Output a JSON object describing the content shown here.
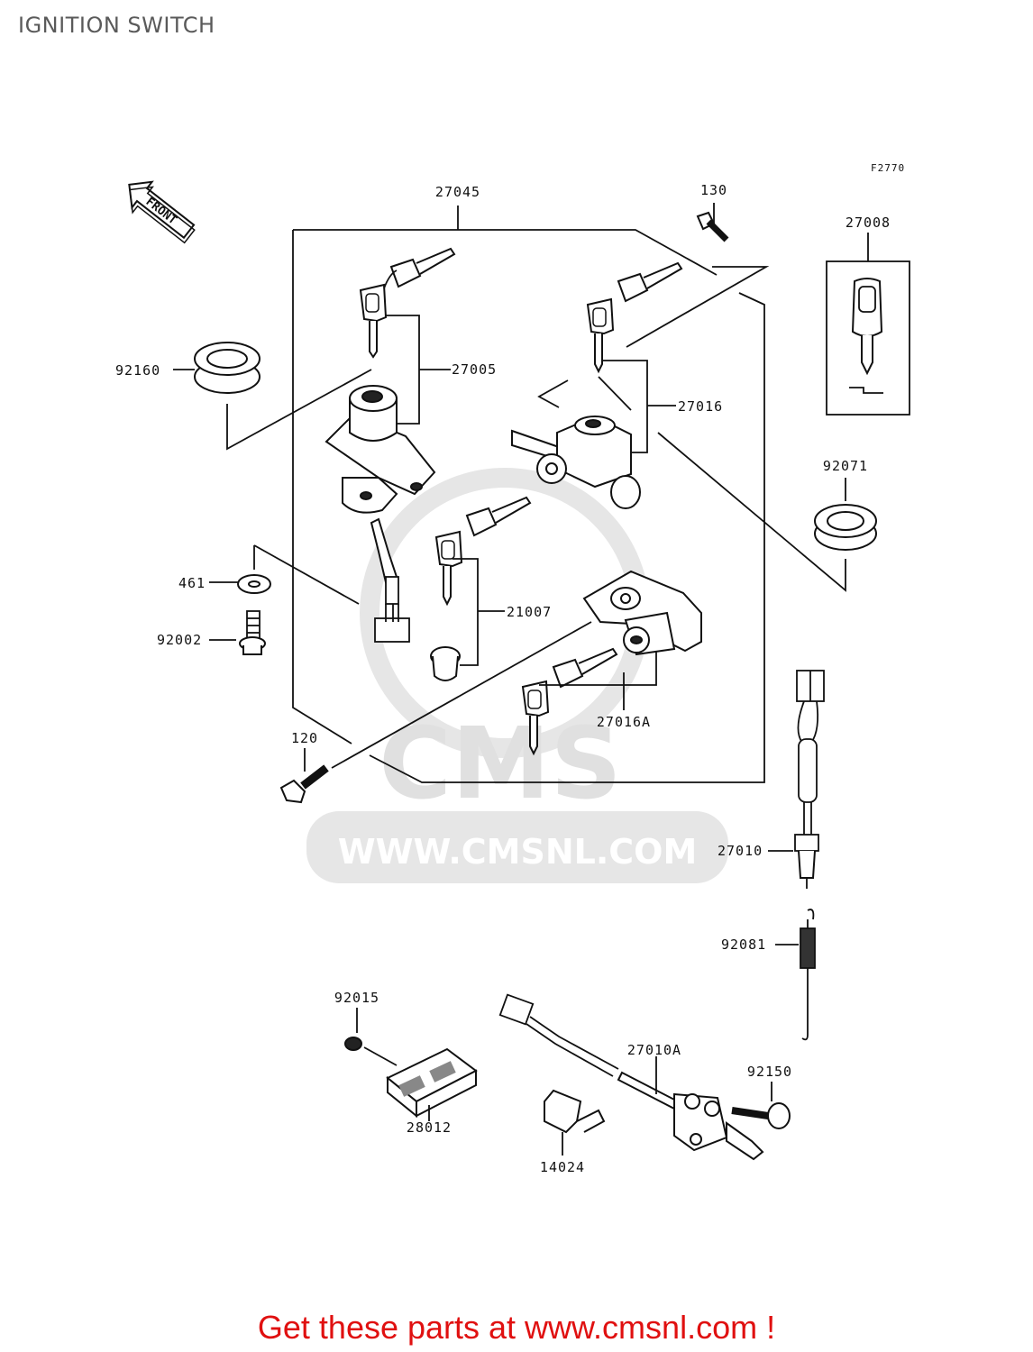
{
  "title": "IGNITION SWITCH",
  "figure_code": "F2770",
  "direction_arrow": "FRONT",
  "parts": [
    {
      "id": "p27045",
      "number": "27045"
    },
    {
      "id": "p130",
      "number": "130"
    },
    {
      "id": "p27008",
      "number": "27008"
    },
    {
      "id": "p92160",
      "number": "92160"
    },
    {
      "id": "p27005",
      "number": "27005"
    },
    {
      "id": "p27016",
      "number": "27016"
    },
    {
      "id": "p92071",
      "number": "92071"
    },
    {
      "id": "p461",
      "number": "461"
    },
    {
      "id": "p21007",
      "number": "21007"
    },
    {
      "id": "p92002",
      "number": "92002"
    },
    {
      "id": "p27016A",
      "number": "27016A"
    },
    {
      "id": "p120",
      "number": "120"
    },
    {
      "id": "p27010",
      "number": "27010"
    },
    {
      "id": "p92081",
      "number": "92081"
    },
    {
      "id": "p92015",
      "number": "92015"
    },
    {
      "id": "p27010A",
      "number": "27010A"
    },
    {
      "id": "p92150",
      "number": "92150"
    },
    {
      "id": "p28012",
      "number": "28012"
    },
    {
      "id": "p14024",
      "number": "14024"
    }
  ],
  "watermark": {
    "site": "WWW.CMSNL.COM",
    "brand": "CMS"
  },
  "footer": "Get these parts at www.cmsnl.com !",
  "colors": {
    "footer": "#e01010",
    "title": "#5a5a5a",
    "watermark": "#e0e0e0"
  }
}
